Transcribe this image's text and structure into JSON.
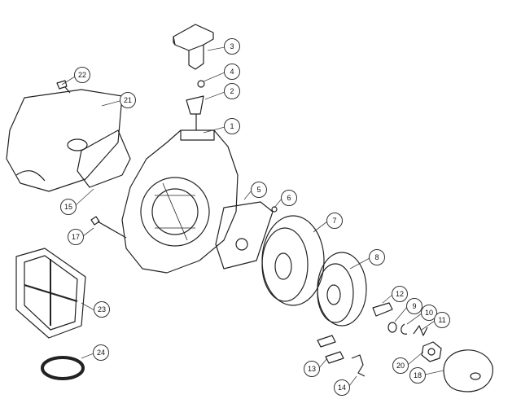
{
  "diagram": {
    "type": "exploded parts diagram (rewind starter assembly)",
    "callouts": [
      "1",
      "2",
      "3",
      "4",
      "5",
      "6",
      "7",
      "8",
      "9",
      "10",
      "11",
      "12",
      "13",
      "14",
      "15",
      "17",
      "18",
      "20",
      "21",
      "22",
      "23",
      "24"
    ]
  },
  "colors": {
    "line": "#222222",
    "callout_border": "#333333",
    "background": "#ffffff"
  }
}
